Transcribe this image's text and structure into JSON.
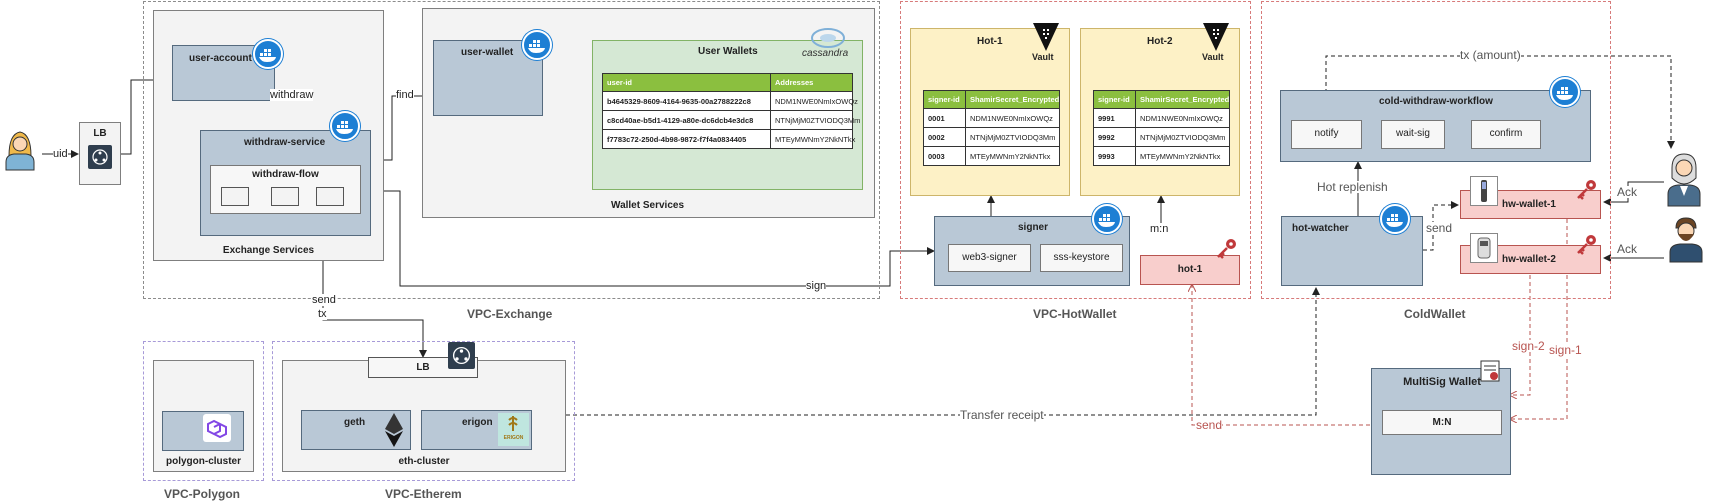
{
  "user_label": "uid",
  "lb_label": "LB",
  "exchange": {
    "zone_label": "VPC-Exchange",
    "services_group_label": "Exchange Services",
    "user_account": "user-account",
    "withdraw_edge": "withdraw",
    "withdraw_service": "withdraw-service",
    "withdraw_flow": "withdraw-flow",
    "find_edge_1": "find",
    "find_edge_2": "find",
    "send_edge": "send",
    "tx_edge": "tx",
    "sign_edge": "sign",
    "wallet_group_label": "Wallet Services",
    "user_wallet": "user-wallet",
    "cassandra_label": "cassandra",
    "user_wallets_table": {
      "title": "User Wallets",
      "headers": [
        "user-id",
        "Addresses"
      ],
      "rows": [
        [
          "b4645329-8609-4164-9635-00a2788222c8",
          "NDM1NWE0NmIxOWQz"
        ],
        [
          "c8cd40ae-b5d1-4129-a80e-dc6dcb4e3dc8",
          "NTNjMjM0ZTVIODQ3Mm"
        ],
        [
          "f7783c72-250d-4b98-9872-f7f4a0834405",
          "MTEyMWNmY2NkNTkx"
        ]
      ]
    }
  },
  "hotwallet": {
    "zone_label": "VPC-HotWallet",
    "vault_label": "Vault",
    "hot1": {
      "title": "Hot-1",
      "headers": [
        "signer-id",
        "ShamirSecret_Encrypted"
      ],
      "rows": [
        [
          "0001",
          "NDM1NWE0NmIxOWQz"
        ],
        [
          "0002",
          "NTNjMjM0ZTVIODQ3Mm"
        ],
        [
          "0003",
          "MTEyMWNmY2NkNTkx"
        ]
      ]
    },
    "hot2": {
      "title": "Hot-2",
      "headers": [
        "signer-id",
        "ShamirSecret_Encrypted"
      ],
      "rows": [
        [
          "9991",
          "NDM1NWE0NmIxOWQz"
        ],
        [
          "9992",
          "NTNjMjM0ZTVIODQ3Mm"
        ],
        [
          "9993",
          "MTEyMWNmY2NkNTkx"
        ]
      ]
    },
    "signer": "signer",
    "web3_signer": "web3-signer",
    "sss_keystore": "sss-keystore",
    "mn_edge": "m:n",
    "hot_key": "hot-1"
  },
  "coldwallet": {
    "zone_label": "ColdWallet",
    "tx_amount": "tx (amount)",
    "workflow": "cold-withdraw-workflow",
    "notify": "notify",
    "wait_sig": "wait-sig",
    "confirm": "confirm",
    "hot_replenish": "Hot replenish",
    "hot_watcher": "hot-watcher",
    "send_edge": "send",
    "hw_wallet_1": "hw-wallet-1",
    "hw_wallet_2": "hw-wallet-2",
    "ack_1": "Ack",
    "ack_2": "Ack",
    "sign_2": "sign-2",
    "sign_1": "sign-1"
  },
  "multisig": {
    "title": "MultiSig Wallet",
    "mn": "M:N",
    "send_edge": "send"
  },
  "transfer_receipt": "Transfer receipt",
  "polygon": {
    "zone_label": "VPC-Polygon",
    "cluster": "polygon-cluster"
  },
  "ethereum": {
    "zone_label": "VPC-Etherem",
    "lb": "LB",
    "geth": "geth",
    "erigon": "erigon",
    "erigon_logo": "ERIGON",
    "cluster": "eth-cluster"
  }
}
